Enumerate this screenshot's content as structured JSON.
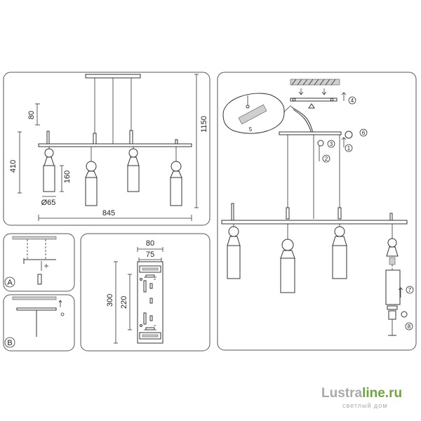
{
  "dimensions": {
    "height_top": "80",
    "height_body": "410",
    "total_height": "1150",
    "shade_height": "160",
    "shade_diameter": "Ø65",
    "width": "845",
    "plate_width_outer": "80",
    "plate_width_inner": "75",
    "plate_length": "300",
    "plate_hole_spacing": "220"
  },
  "panels": {
    "detail_a": "A",
    "detail_b": "B"
  },
  "steps": [
    "1",
    "2",
    "3",
    "4",
    "5",
    "6",
    "7",
    "8"
  ],
  "brand": {
    "name_part1": "Lustra",
    "name_part2": "line.ru",
    "tagline": "светлый дом"
  },
  "colors": {
    "line": "#333333",
    "panel_border": "#555555",
    "brand_gray": "#aaaaaa",
    "brand_green": "#6fa53c"
  }
}
